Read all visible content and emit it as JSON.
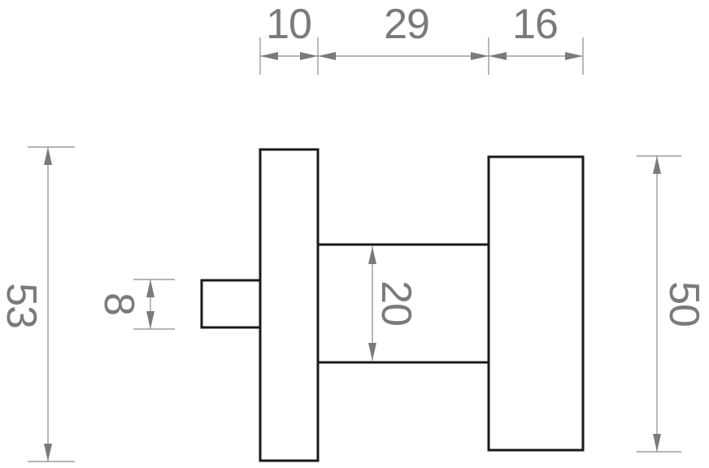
{
  "drawing": {
    "line_color": "#1a1a1a",
    "dimension_color": "#7a7a7a",
    "dimensions": {
      "width_rose": "10",
      "width_neck": "29",
      "width_knob": "16",
      "height_rose": "53",
      "height_spindle": "8",
      "height_neck": "20",
      "height_knob": "50"
    }
  }
}
